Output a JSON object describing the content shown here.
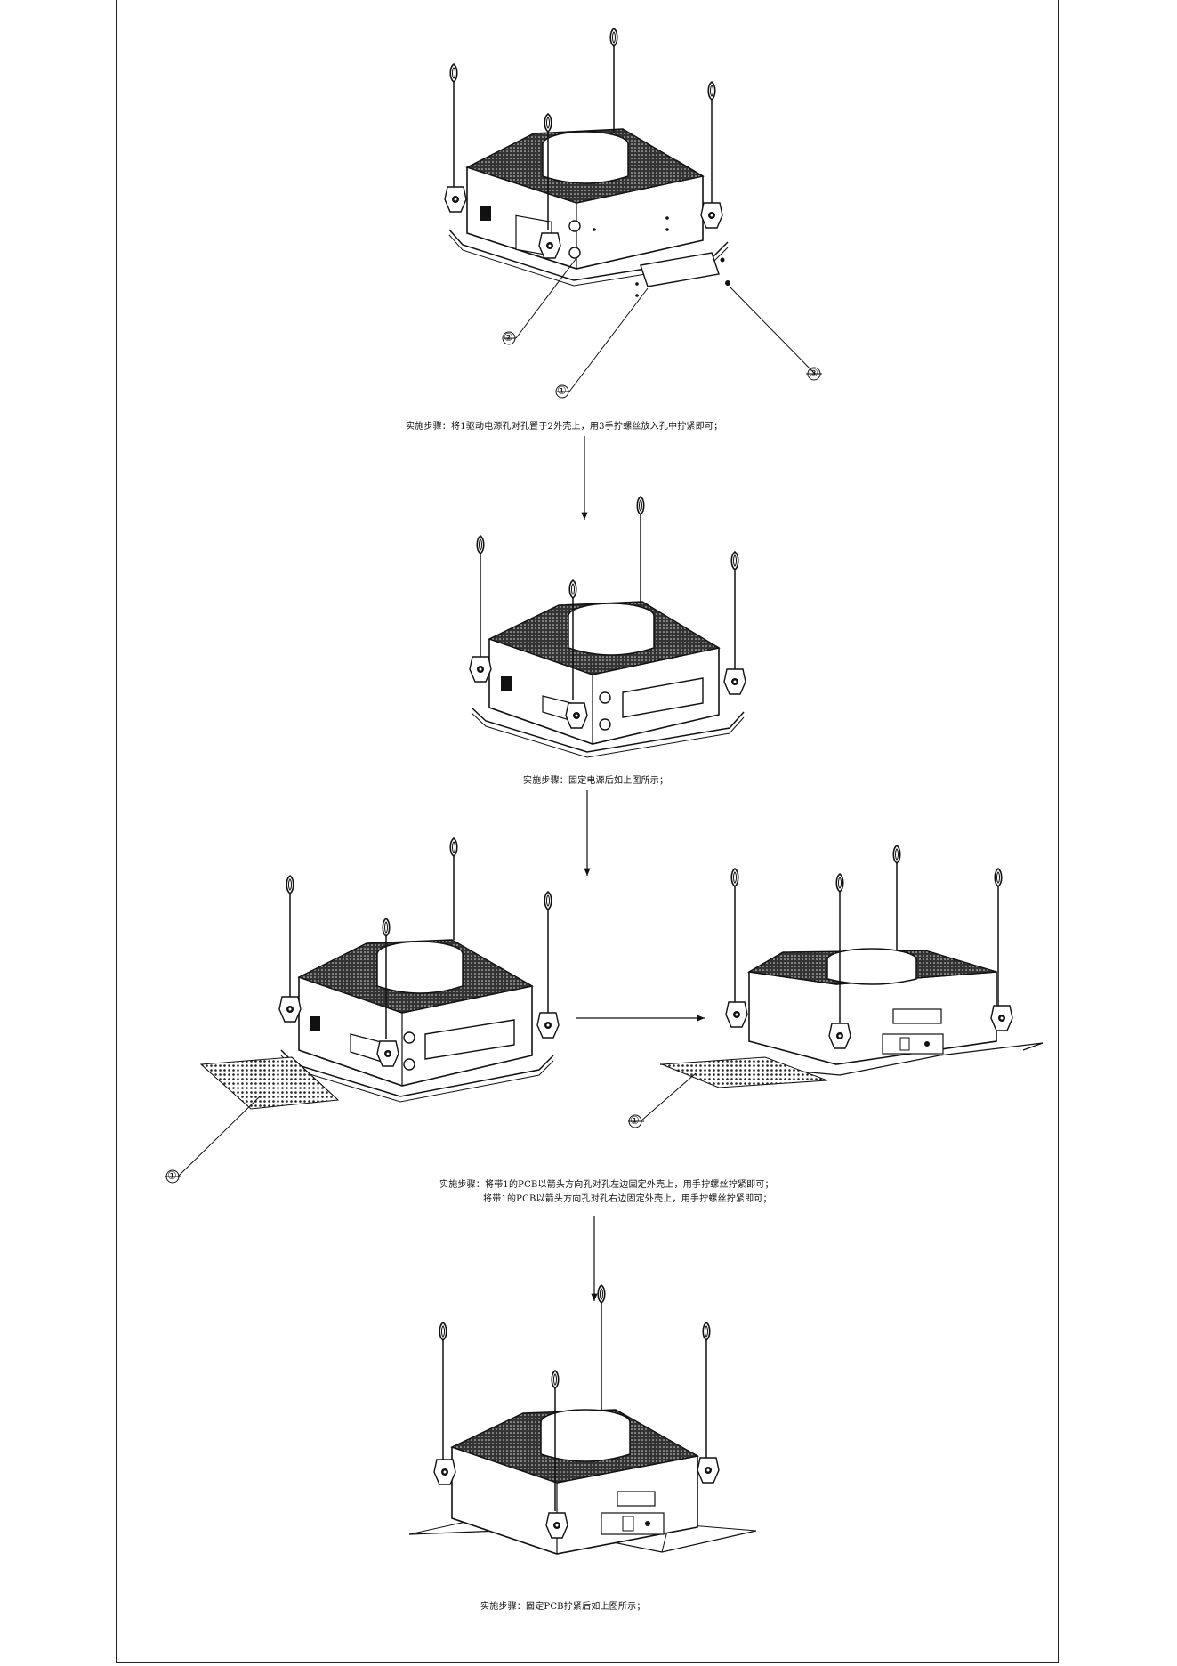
{
  "steps": [
    {
      "caption": "实施步骤：将1驱动电源孔对孔置于2外壳上，用3手拧螺丝放入孔中拧紧即可；",
      "callouts": [
        "②",
        "①",
        "③"
      ]
    },
    {
      "caption": "实施步骤：固定电源后如上图所示；"
    },
    {
      "caption_line1": "实施步骤：将带1的PCB以箭头方向孔对孔左边固定外壳上，用手拧螺丝拧紧即可；",
      "caption_line2": "将带1的PCB以箭头方向孔对孔右边固定外壳上，用手拧螺丝拧紧即可；",
      "callouts": [
        "①",
        "①"
      ]
    },
    {
      "caption": "实施步骤：固定PCB拧紧后如上图所示；"
    }
  ]
}
